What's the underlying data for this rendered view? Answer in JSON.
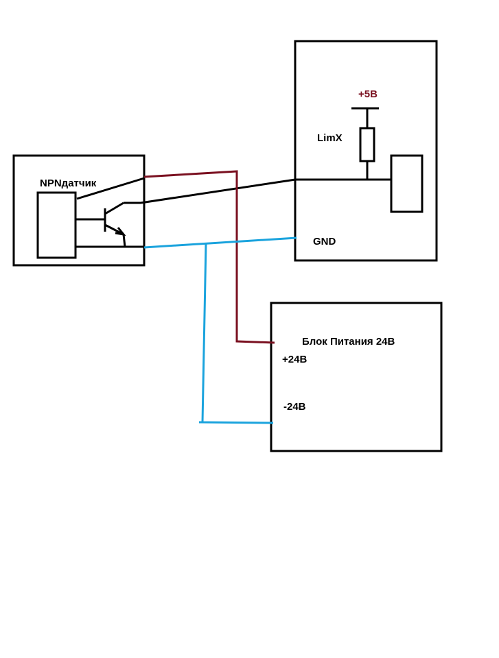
{
  "labels": {
    "sensor": "NPNдатчик",
    "plus5": "+5В",
    "limx": "LimX",
    "gnd": "GND",
    "psu_title": "Блок Питания 24В",
    "plus24": "+24В",
    "minus24": "-24В"
  },
  "colors": {
    "black": "#000000",
    "red_wire": "#7a1020",
    "blue_wire": "#1aa3dd"
  }
}
